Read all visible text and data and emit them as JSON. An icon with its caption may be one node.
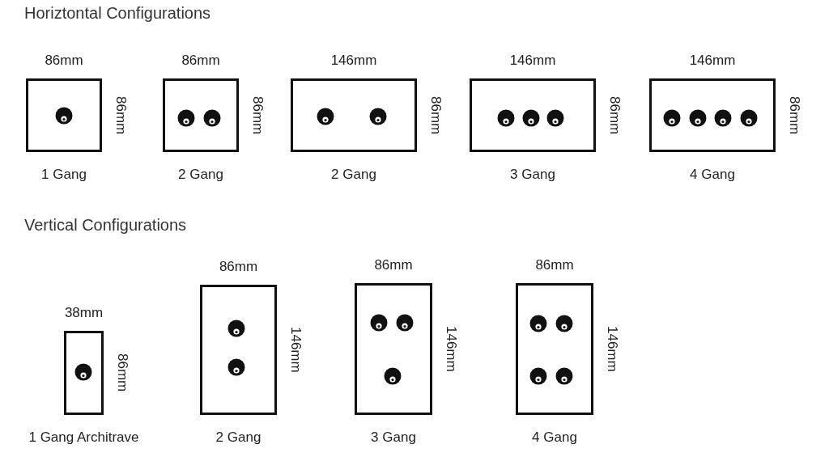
{
  "diagram": {
    "nodes": [
      {
        "text": [],
        "shape": "box",
        "beside": [
          "86mm",
          "86mm",
          "1 Gang"
        ]
      },
      {
        "text": [],
        "shape": "box",
        "beside": [
          "86mm",
          "86mm",
          "2 Gang"
        ]
      },
      {
        "text": [],
        "shape": "box",
        "beside": [
          "146mm",
          "86mm",
          "2 Gang"
        ]
      },
      {
        "text": [],
        "shape": "box",
        "beside": [
          "146mm",
          "86mm",
          "3 Gang"
        ]
      },
      {
        "text": [],
        "shape": "box",
        "beside": [
          "146mm",
          "86mm",
          "4 Gang"
        ]
      },
      {
        "text": [],
        "shape": "box",
        "beside": [
          "38mm",
          "86mm",
          "1 Gang Architrave"
        ]
      },
      {
        "text": [],
        "shape": "box",
        "beside": [
          "86mm",
          "146mm",
          "2 Gang"
        ]
      },
      {
        "text": [],
        "shape": "box",
        "beside": [
          "86mm",
          "146mm",
          "3 Gang"
        ]
      },
      {
        "text": [],
        "shape": "box",
        "beside": [
          "86mm",
          "146mm",
          "4 Gang"
        ]
      }
    ],
    "edges": [],
    "labels": [
      "Horiztontal Configurations",
      "Vertical Configurations"
    ]
  }
}
